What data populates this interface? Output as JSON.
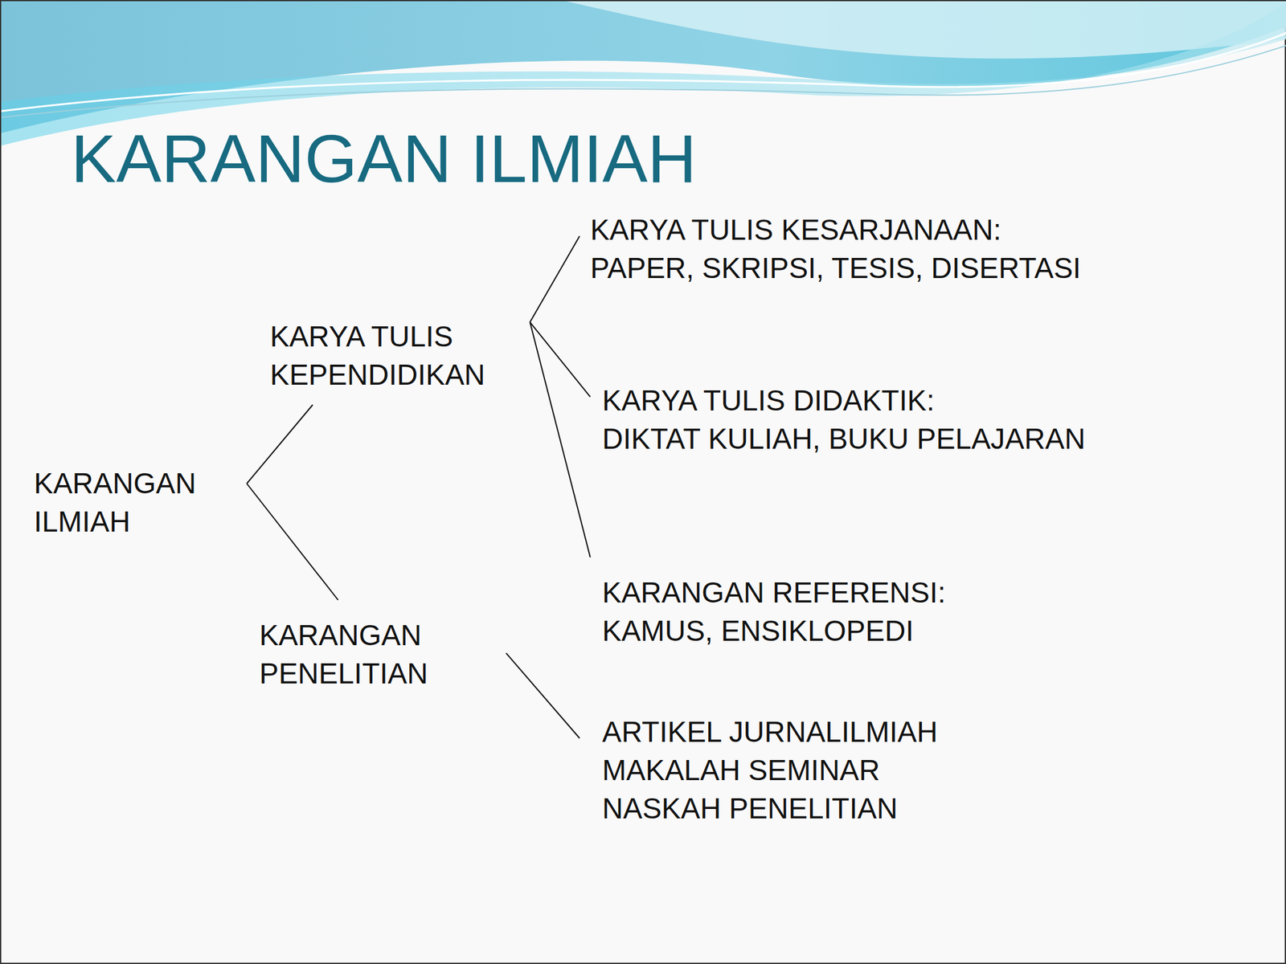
{
  "diagram": {
    "title": "KARANGAN ILMIAH",
    "nodes": [
      {
        "text": [
          "KARANGAN ILMIAH"
        ]
      },
      {
        "text": [
          "KARYA TULIS KEPENDIDIKAN"
        ]
      },
      {
        "text": [
          "KARANGAN PENELITIAN"
        ]
      },
      {
        "text": [
          "KARYA TULIS KESARJANAAN:",
          "PAPER, SKRIPSI, TESIS, DISERTASI"
        ]
      },
      {
        "text": [
          "KARYA TULIS DIDAKTIK:",
          "DIKTAT KULIAH, BUKU PELAJARAN"
        ]
      },
      {
        "text": [
          "KARANGAN REFERENSI:",
          "KAMUS, ENSIKLOPEDI"
        ]
      },
      {
        "text": [
          "ARTIKEL JURNALILMIAH",
          "MAKALAH SEMINAR",
          "NASKAH PENELITIAN"
        ]
      }
    ],
    "edges": [
      {
        "from": 0,
        "to": 1,
        "arrow": "none"
      },
      {
        "from": 0,
        "to": 2,
        "arrow": "none"
      },
      {
        "from": 1,
        "to": 3,
        "arrow": "none"
      },
      {
        "from": 1,
        "to": 4,
        "arrow": "none"
      },
      {
        "from": 1,
        "to": 5,
        "arrow": "none"
      },
      {
        "from": 2,
        "to": 6,
        "arrow": "none"
      }
    ]
  }
}
